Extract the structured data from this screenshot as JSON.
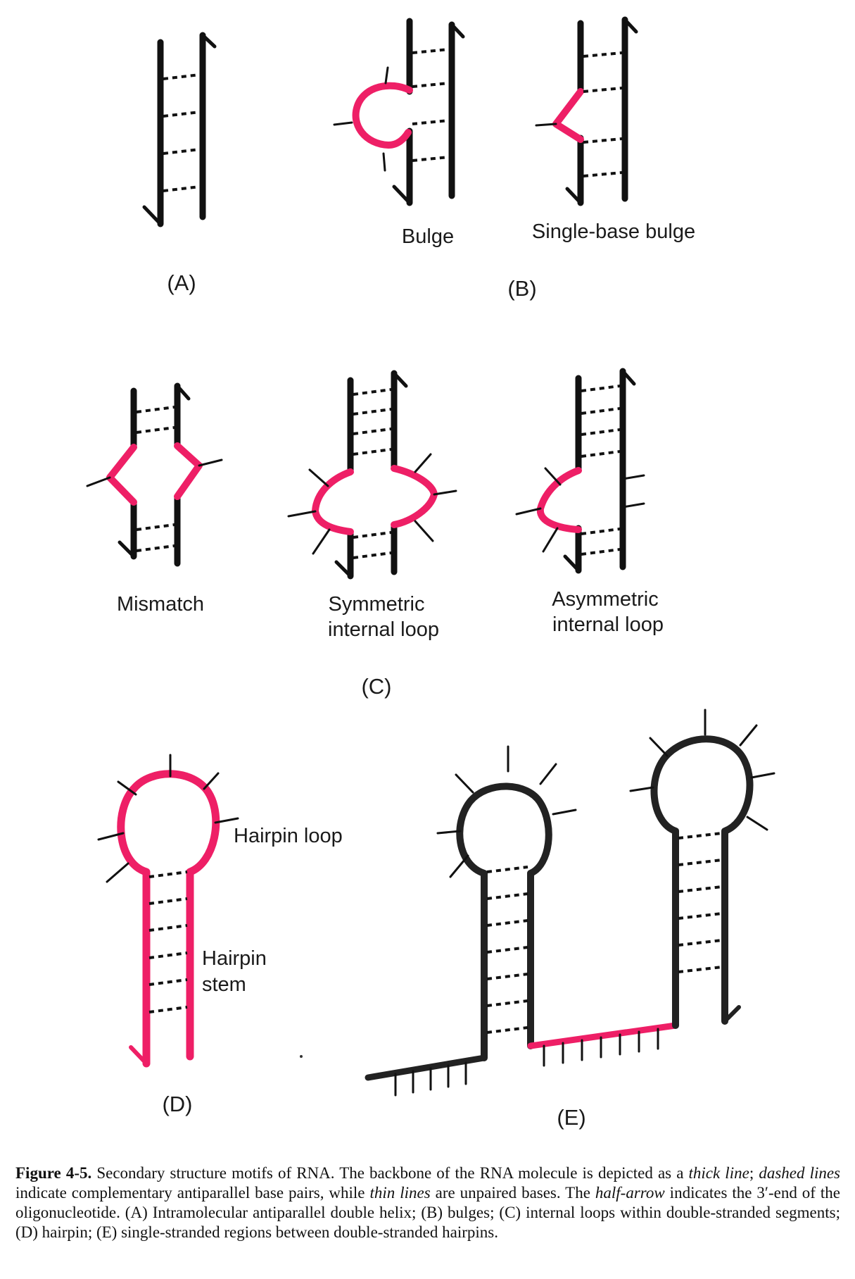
{
  "colors": {
    "backbone": "#111111",
    "highlight": "#ee1f66",
    "loop_dark": "#222222"
  },
  "labels": {
    "panel_a": "(A)",
    "panel_b": "(B)",
    "panel_c": "(C)",
    "panel_d": "(D)",
    "panel_e": "(E)",
    "bulge": "Bulge",
    "single_base_bulge": "Single-base bulge",
    "mismatch": "Mismatch",
    "symmetric_1": "Symmetric",
    "symmetric_2": "internal loop",
    "asymmetric_1": "Asymmetric",
    "asymmetric_2": "internal loop",
    "hairpin_loop": "Hairpin loop",
    "hairpin_stem_1": "Hairpin",
    "hairpin_stem_2": "stem"
  },
  "caption": {
    "figure_no": "Figure 4-5.",
    "p1": " Secondary structure motifs of RNA. The backbone of the RNA molecule is depicted as a ",
    "e1": "thick line",
    "p2": "; ",
    "e2": "dashed lines",
    "p3": " indicate complementary antiparallel base pairs, while ",
    "e3": "thin lines",
    "p4": " are unpaired bases. The ",
    "e4": "half-arrow",
    "p5": " indicates the 3′-end of the oligonucleotide. (A) Intramolecular antiparallel double helix; (B) bulges; (C) internal loops within double-stranded segments; (D) hairpin; (E) single-stranded regions between double-stranded hairpins."
  }
}
